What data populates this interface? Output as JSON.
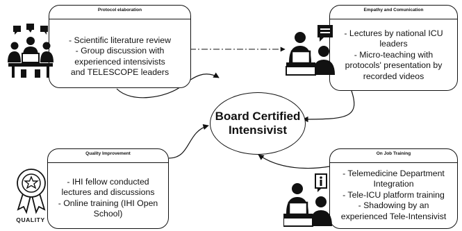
{
  "center": {
    "line1": "Board Certified",
    "line2": "Intensivist"
  },
  "boxes": {
    "protocol": {
      "title": "Protocol elaboration",
      "lines": [
        "- Scientific literature review",
        "- Group discussion with",
        "experienced intensivists",
        "and TELESCOPE leaders"
      ]
    },
    "empathy": {
      "title": "Empathy and Comunication",
      "lines": [
        "- Lectures by national ICU",
        "leaders",
        "- Micro-teaching with",
        "protocols' presentation by",
        "recorded videos"
      ]
    },
    "quality": {
      "title": "Quality Improvement",
      "lines": [
        "- IHI fellow conducted",
        "lectures and discussions",
        "- Online training (IHI Open",
        "School)"
      ]
    },
    "onjob": {
      "title": "On Job Training",
      "lines": [
        "- Telemedicine Department",
        "Integration",
        "- Tele-ICU platform training",
        "- Shadowing by an",
        "experienced Tele-Intensivist"
      ]
    }
  },
  "icons": {
    "meeting": "group-meeting-icon",
    "lecture": "lecturer-icon",
    "quality": "quality-ribbon-icon",
    "training": "info-training-icon"
  },
  "quality_icon_label": "QUALITY",
  "colors": {
    "line": "#111111",
    "background": "#ffffff"
  }
}
